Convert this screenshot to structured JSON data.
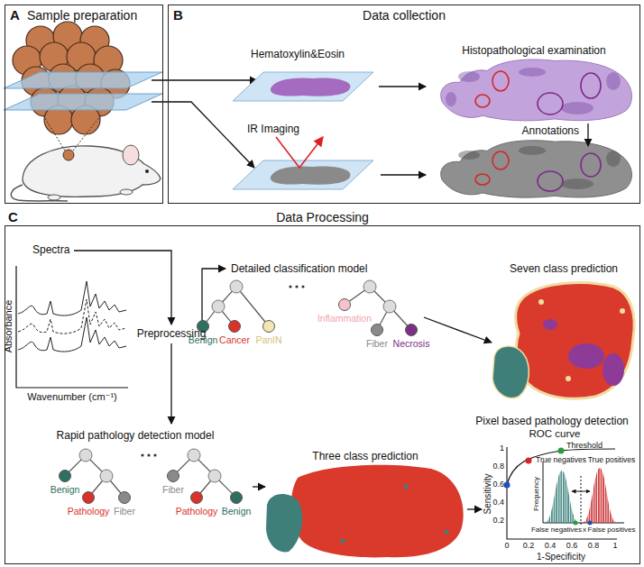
{
  "diagram": {
    "nodes": [
      {
        "text": [
          "A",
          "Sample preparation"
        ]
      },
      {
        "text": [
          "B",
          "Data collection"
        ]
      },
      {
        "text": [
          "C",
          "Data Processing"
        ]
      },
      {
        "text": [
          "Benign"
        ],
        "in": 2
      },
      {
        "text": [
          "Cancer"
        ],
        "in": 2
      },
      {
        "text": [
          "PanIN"
        ],
        "in": 2
      },
      {
        "text": [
          "Inflammation"
        ],
        "in": 2
      },
      {
        "text": [
          "Fiber"
        ],
        "in": 2
      },
      {
        "text": [
          "Necrosis"
        ],
        "in": 2
      },
      {
        "text": [
          "Benign"
        ],
        "in": 2
      },
      {
        "text": [
          "Pathology"
        ],
        "in": 2
      },
      {
        "text": [
          "Fiber"
        ],
        "in": 2
      },
      {
        "text": [
          "Fiber"
        ],
        "in": 2
      },
      {
        "text": [
          "Pathology"
        ],
        "in": 2
      },
      {
        "text": [
          "Benign"
        ],
        "in": 2
      }
    ],
    "labels": [
      "Hematoxylin&Eosin",
      "IR Imaging",
      "Histopathological examination",
      "Annotations",
      "Spectra",
      "Absorbance",
      "Wavenumber (cm⁻¹)",
      "Preprocessing",
      "Detailed classification model",
      "Seven class prediction",
      "Rapid pathology detection model",
      "Three class prediction",
      "Pixel based pathology detection",
      "ROC curve",
      "Sensitivity",
      "1-Specificity",
      "1",
      "0.8",
      "0.6",
      "0.4",
      "0.2",
      "0",
      "0.2",
      "0.4",
      "0.6",
      "0.8",
      "1",
      "Threshold",
      "True negatives",
      "True positives",
      "Frequency",
      "False negatives",
      "x",
      "False positives"
    ]
  }
}
